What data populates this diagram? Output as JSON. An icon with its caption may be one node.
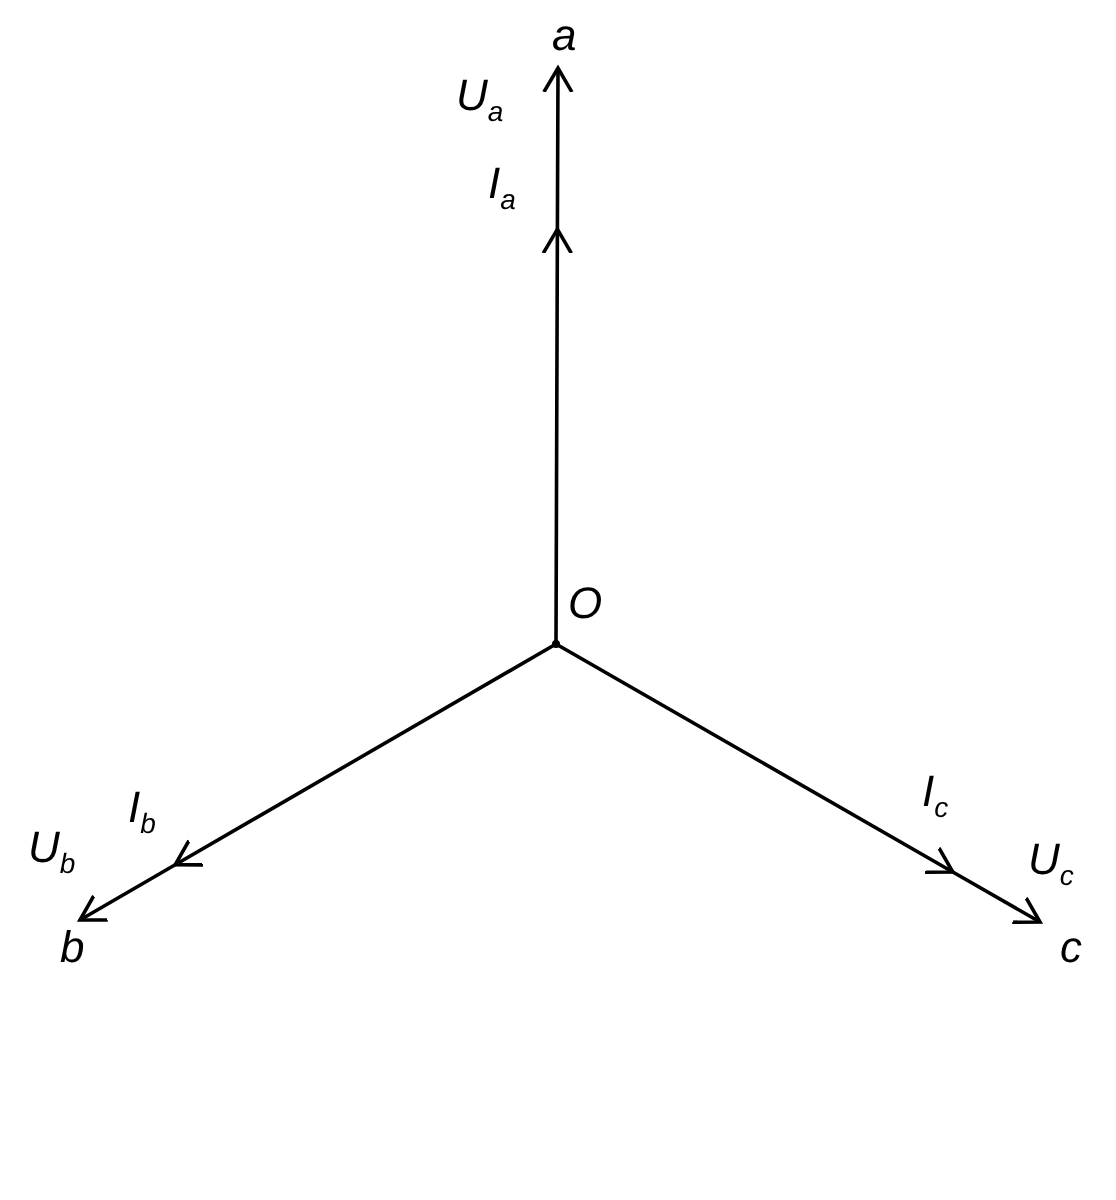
{
  "diagram": {
    "nodes": [
      {
        "text": [
          "O"
        ]
      },
      {
        "text": [
          "a"
        ]
      },
      {
        "text": [
          "b"
        ]
      },
      {
        "text": [
          "c"
        ]
      }
    ],
    "edges": [
      {
        "from": 0,
        "to": 1,
        "arrow": "to",
        "label": "U$_{a}$"
      },
      {
        "from": 0,
        "to": 2,
        "arrow": "to",
        "label": "U$_{b}$"
      },
      {
        "from": 0,
        "to": 3,
        "arrow": "to",
        "label": "U$_{c}$"
      }
    ],
    "labels": [
      "I$_{a}$",
      "I$_{b}$",
      "I$_{c}$"
    ]
  }
}
